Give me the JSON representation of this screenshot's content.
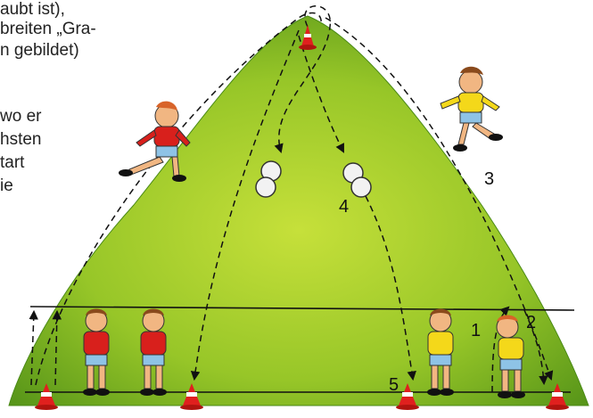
{
  "text_fragments": [
    "aubt ist),",
    "breiten „Gra-",
    "n  gebildet)",
    "wo er",
    "hsten",
    "tart",
    "ie"
  ],
  "path_labels": [
    "1",
    "2",
    "3",
    "4",
    "5"
  ],
  "colors": {
    "field_light": "#b8d832",
    "field_dark": "#5d9a1a",
    "red_jersey": "#d8201c",
    "yellow_jersey": "#f4d81a",
    "shorts_blue": "#8ec3e6",
    "cone_red": "#e0201e"
  }
}
